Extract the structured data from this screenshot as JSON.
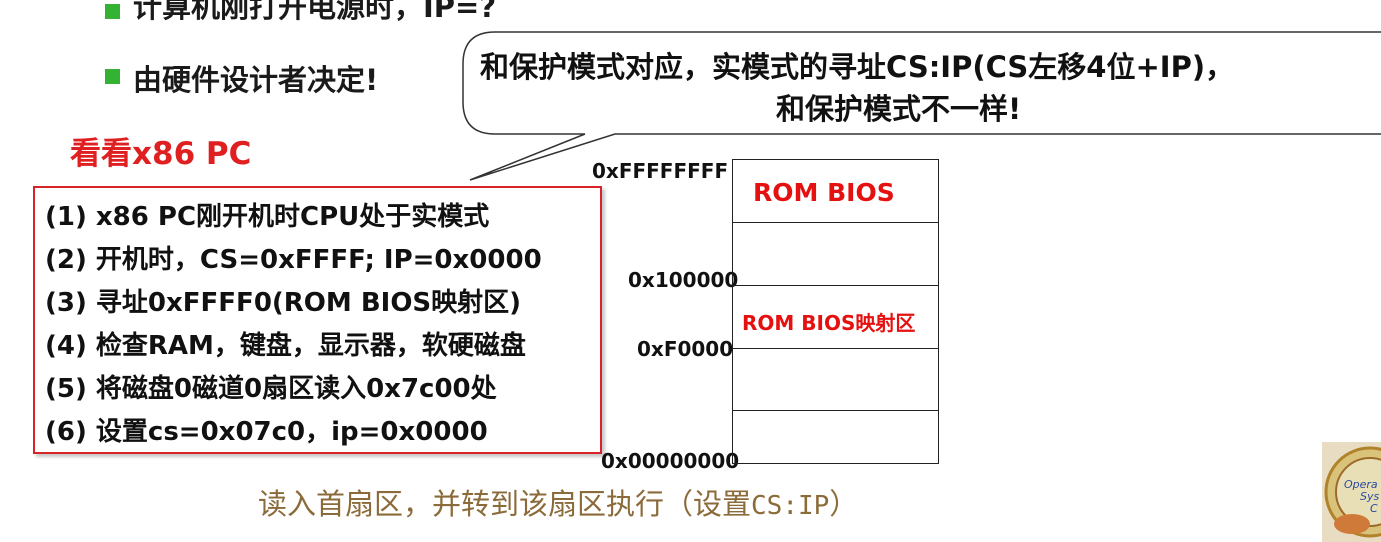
{
  "bullets": [
    {
      "text": "计算机刚打开电源时，IP=?"
    },
    {
      "text": "由硬件设计者决定!"
    }
  ],
  "callout": {
    "line1": "和保护模式对应，实模式的寻址CS:IP(CS左移4位+IP)，",
    "line2": "和保护模式不一样!"
  },
  "section_title": "看看x86 PC",
  "steps": [
    "(1) x86 PC刚开机时CPU处于实模式",
    "(2) 开机时，CS=0xFFFF; IP=0x0000",
    "(3) 寻址0xFFFF0(ROM BIOS映射区)",
    "(4) 检查RAM，键盘，显示器，软硬磁盘",
    "(5) 将磁盘0磁道0扇区读入0x7c00处",
    "(6) 设置cs=0x07c0，ip=0x0000"
  ],
  "memory_map": {
    "addresses": {
      "top": "0xFFFFFFFF",
      "mb": "0x100000",
      "f0000": "0xF0000",
      "bottom": "0x00000000"
    },
    "regions": {
      "rom_bios": "ROM BIOS",
      "rom_bios_mapped": "ROM BIOS映射区"
    }
  },
  "footer": {
    "text": "读入首扇区，并转到该扇区执行（设置",
    "code": "CS:IP",
    "close": "）"
  },
  "logo": {
    "line1": "Opera",
    "line2": "Sys",
    "line3": "C"
  },
  "colors": {
    "accent_red": "#e02020",
    "bullet_green": "#33b233",
    "footer_brown": "#8b6b3a"
  }
}
